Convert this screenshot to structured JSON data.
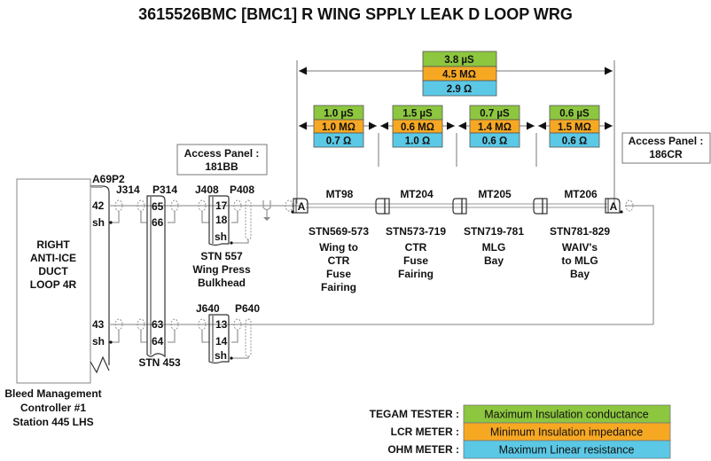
{
  "title": "3615526BMC [BMC1] R WING SPPLY LEAK D LOOP WRG",
  "colors": {
    "conductance": "#8dc63f",
    "impedance": "#f7a823",
    "resistance": "#5bc8e6"
  },
  "total_measurement": {
    "conductance": "3.8 µS",
    "impedance": "4.5 MΩ",
    "resistance": "2.9 Ω"
  },
  "segments": [
    {
      "conductance": "1.0 µS",
      "impedance": "1.0 MΩ",
      "resistance": "0.7 Ω",
      "harness": "MT98",
      "station": "STN569-573",
      "location": [
        "Wing to",
        "CTR",
        "Fuse",
        "Fairing"
      ]
    },
    {
      "conductance": "1.5 µS",
      "impedance": "0.6 MΩ",
      "resistance": "1.0 Ω",
      "harness": "MT204",
      "station": "STN573-719",
      "location": [
        "CTR",
        "Fuse",
        "Fairing"
      ]
    },
    {
      "conductance": "0.7 µS",
      "impedance": "1.4 MΩ",
      "resistance": "0.6 Ω",
      "harness": "MT205",
      "station": "STN719-781",
      "location": [
        "MLG",
        "Bay"
      ]
    },
    {
      "conductance": "0.6 µS",
      "impedance": "1.5 MΩ",
      "resistance": "0.6 Ω",
      "harness": "MT206",
      "station": "STN781-829",
      "location": [
        "WAIV's",
        "to MLG",
        "Bay"
      ]
    }
  ],
  "access_panels": [
    {
      "line1": "Access Panel :",
      "line2": "181BB"
    },
    {
      "line1": "Access Panel :",
      "line2": "186CR"
    }
  ],
  "controller": {
    "box_label": [
      "RIGHT",
      "ANTI-ICE",
      "DUCT",
      "LOOP 4R"
    ],
    "connector": "A69P2",
    "pins_top": [
      "42",
      "sh"
    ],
    "pins_bottom": [
      "43",
      "sh"
    ],
    "caption": [
      "Bleed Management",
      "Controller #1",
      "Station 445 LHS"
    ]
  },
  "connectors": {
    "j314": "J314",
    "p314": "P314",
    "p314_pins": [
      "65",
      "66",
      "63",
      "64"
    ],
    "stn453": "STN 453",
    "j408": "J408",
    "p408": "P408",
    "j408_pins": [
      "17",
      "18",
      "sh"
    ],
    "stn557": [
      "STN 557",
      "Wing Press",
      "Bulkhead"
    ],
    "j640": "J640",
    "p640": "P640",
    "j640_pins": [
      "13",
      "14",
      "sh"
    ],
    "splice_label": "A"
  },
  "legend": [
    {
      "instrument": "TEGAM TESTER :",
      "meaning": "Maximum Insulation conductance",
      "key": "conductance"
    },
    {
      "instrument": "LCR METER :",
      "meaning": "Minimum Insulation impedance",
      "key": "impedance"
    },
    {
      "instrument": "OHM METER :",
      "meaning": "Maximum Linear resistance",
      "key": "resistance"
    }
  ]
}
